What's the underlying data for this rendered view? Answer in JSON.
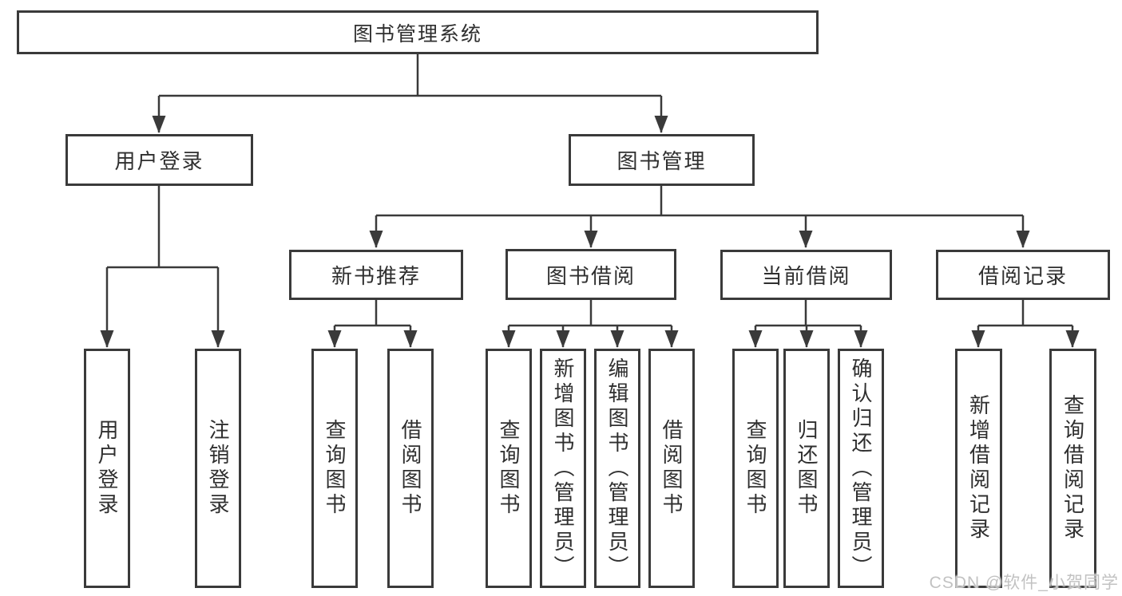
{
  "diagram_title": "图书管理系统",
  "tree": {
    "label": "图书管理系统",
    "children": [
      {
        "label": "用户登录",
        "children": [
          {
            "label": "用户登录"
          },
          {
            "label": "注销登录"
          }
        ]
      },
      {
        "label": "图书管理",
        "children": [
          {
            "label": "新书推荐",
            "children": [
              {
                "label": "查询图书"
              },
              {
                "label": "借阅图书"
              }
            ]
          },
          {
            "label": "图书借阅",
            "children": [
              {
                "label": "查询图书"
              },
              {
                "label": "新增图书（管理员）"
              },
              {
                "label": "编辑图书（管理员）"
              },
              {
                "label": "借阅图书"
              }
            ]
          },
          {
            "label": "当前借阅",
            "children": [
              {
                "label": "查询图书"
              },
              {
                "label": "归还图书"
              },
              {
                "label": "确认归还（管理员）"
              }
            ]
          },
          {
            "label": "借阅记录",
            "children": [
              {
                "label": "新增借阅记录"
              },
              {
                "label": "查询借阅记录"
              }
            ]
          }
        ]
      }
    ]
  },
  "watermark": "CSDN @软件_小贺同学",
  "colors": {
    "line": "#3a3a3a",
    "box_border": "#3a3a3a",
    "text": "#2f2f2f",
    "background": "#ffffff",
    "watermark": "#c2c2c2"
  }
}
